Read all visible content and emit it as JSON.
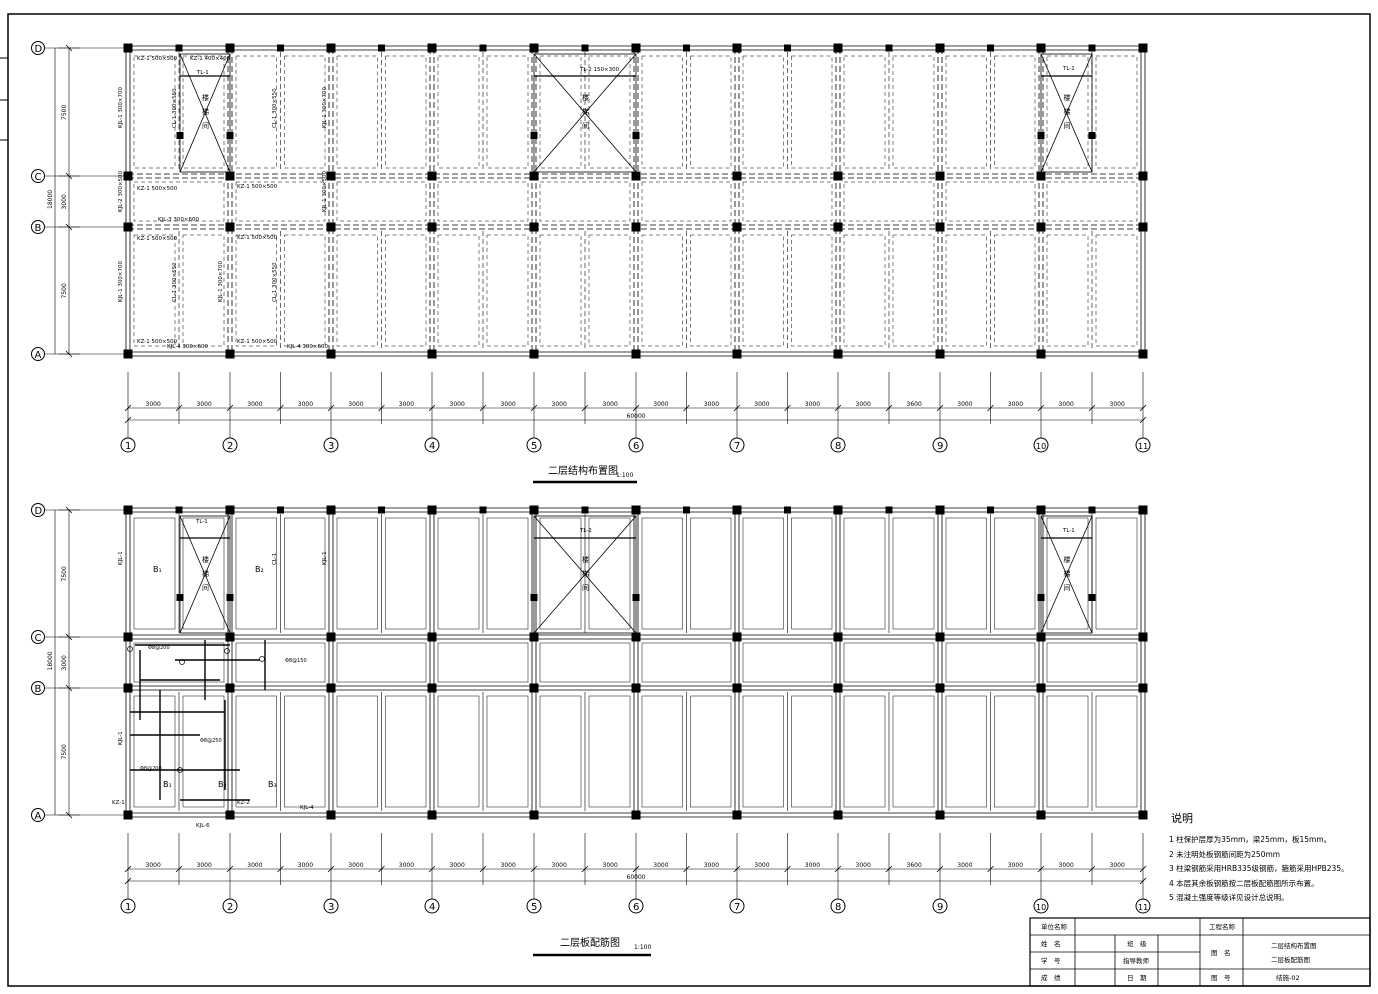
{
  "drawings": [
    {
      "title": "二层结构布置图",
      "scale": "1:100",
      "row_axes": [
        "D",
        "C",
        "B",
        "A"
      ],
      "row_dims": [
        "7500",
        "3000",
        "7500"
      ],
      "row_total": "18000",
      "col_axes": [
        "1",
        "2",
        "3",
        "4",
        "5",
        "6",
        "7",
        "8",
        "9",
        "10",
        "11"
      ],
      "span_dims": [
        "3000",
        "3000",
        "3000",
        "3000",
        "3000",
        "3000",
        "3000",
        "3000",
        "3000",
        "3000",
        "3000",
        "3000",
        "3000",
        "3000",
        "3000",
        "3600",
        "3000",
        "3000",
        "3000",
        "3000"
      ],
      "total_dim": "60000",
      "labels": [
        {
          "text": "KZ-1 500×500",
          "axis": "D"
        },
        {
          "text": "KZ-1 400×400",
          "axis": "D"
        },
        {
          "text": "TL-1",
          "axis": "D"
        },
        {
          "text": "TL-2 150×300",
          "axis": "D"
        },
        {
          "text": "TL-1",
          "axis": "D"
        },
        {
          "text": "KZ-1 500×500",
          "axis": "C"
        },
        {
          "text": "KZ-1 500×500",
          "axis": "C"
        },
        {
          "text": "KZ-1 500×500",
          "axis": "B"
        },
        {
          "text": "KJL-3 300×600",
          "axis": "B"
        },
        {
          "text": "KZ-1 500×500",
          "axis": "B"
        },
        {
          "text": "KZ-1 500×500",
          "axis": "A"
        },
        {
          "text": "KJL-4 300×600",
          "axis": "A"
        },
        {
          "text": "KZ-1 500×500",
          "axis": "A"
        },
        {
          "text": "KJL-4 300×600",
          "axis": "A"
        }
      ],
      "vertical_labels": [
        "KJL-1 300×700",
        "CL-1 300×550",
        "CL-1 300×550",
        "KJL-1 300×700",
        "KJL-2 300×500",
        "KJL-1 300×500",
        "KJL-1 300×700",
        "CL-1 300×550",
        "KJL-1 300×700",
        "CL-1 300×550"
      ],
      "stair_text": "楼梯间"
    },
    {
      "title": "二层板配筋图",
      "scale": "1:100",
      "row_axes": [
        "D",
        "C",
        "B",
        "A"
      ],
      "row_dims": [
        "7500",
        "3000",
        "7500"
      ],
      "row_total": "18000",
      "col_axes": [
        "1",
        "2",
        "3",
        "4",
        "5",
        "6",
        "7",
        "8",
        "9",
        "10",
        "11"
      ],
      "span_dims": [
        "3000",
        "3000",
        "3000",
        "3000",
        "3000",
        "3000",
        "3000",
        "3000",
        "3000",
        "3000",
        "3000",
        "3000",
        "3000",
        "3000",
        "3000",
        "3600",
        "3000",
        "3000",
        "3000",
        "3000"
      ],
      "total_dim": "60000",
      "slab_labels": [
        "B₁",
        "B₂",
        "B₁",
        "B₂",
        "B₃"
      ],
      "rebar_labels": [
        "Φ8@200",
        "Φ8@150",
        "Φ8@200",
        "Φ8@250"
      ],
      "beam_labels": [
        "KJL-1",
        "CL-1",
        "KJL-1",
        "TL-1",
        "TL-2",
        "TL-1",
        "KJL-1",
        "KJL-4",
        "KZ-1",
        "KZ-2",
        "KJL-6"
      ],
      "stair_text": "楼梯间"
    }
  ],
  "notes": {
    "heading": "说明",
    "items": [
      "1 柱保护层厚为35mm，梁25mm，板15mm。",
      "2 未注明处板钢筋间距为250mm",
      "3 柱梁钢筋采用HRB335级钢筋，箍筋采用HPB235。",
      "4 本层其余板钢筋按二层板配筋图所示布置。",
      "5 混凝土强度等级详见设计总说明。"
    ]
  },
  "title_block": {
    "unit_label": "单位名称",
    "project_label": "工程名称",
    "name_label": "姓　名",
    "class_label": "班　级",
    "id_label": "学　号",
    "teacher_label": "指导教师",
    "score_label": "成　绩",
    "date_label": "日　期",
    "drawing_name_label": "图　名",
    "drawing_names": [
      "二层结构布置图",
      "二层板配筋图"
    ],
    "drawing_no_label": "图　号",
    "drawing_no": "结施-02"
  }
}
